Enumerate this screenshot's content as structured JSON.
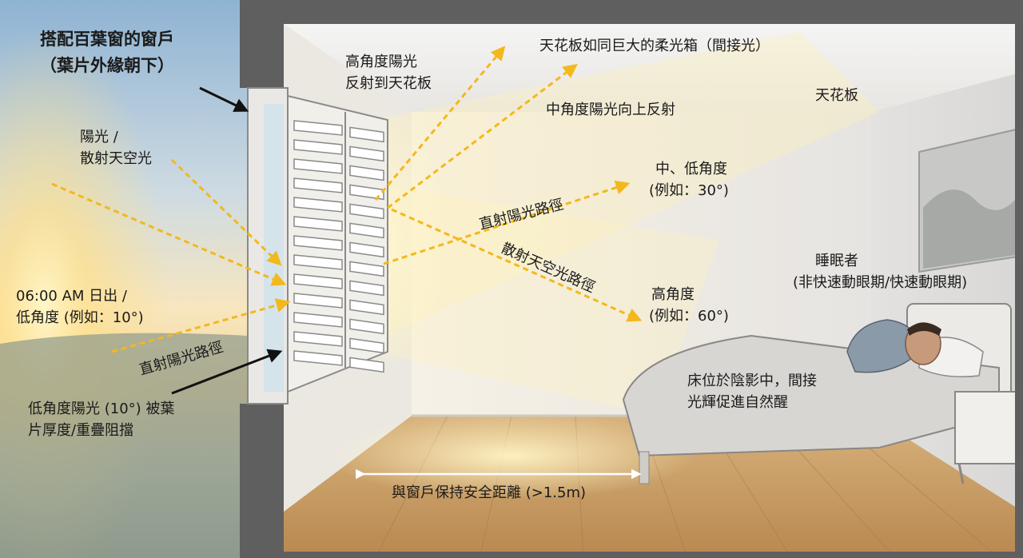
{
  "labels": {
    "window_title_1": "搭配百葉窗的窗戶",
    "window_title_2": "（葉片外緣朝下）",
    "sunlight_1": "陽光 /",
    "sunlight_2": "散射天空光",
    "sunrise_1": "06:00 AM 日出 /",
    "sunrise_2": "低角度 (例如：10°)",
    "direct_path_outside": "直射陽光路徑",
    "blocked_1": "低角度陽光 (10°) 被葉",
    "blocked_2": "片厚度/重疊阻擋",
    "high_reflect_1": "高角度陽光",
    "high_reflect_2": "反射到天花板",
    "softbox": "天花板如同巨大的柔光箱（間接光）",
    "mid_reflect": "中角度陽光向上反射",
    "ceiling": "天花板",
    "mid_low_1": "中、低角度",
    "mid_low_2": "(例如：30°)",
    "direct_path_inside": "直射陽光路徑",
    "diffuse_path": "散射天空光路徑",
    "high_angle_1": "高角度",
    "high_angle_2": "(例如：60°)",
    "sleeper_1": "睡眠者",
    "sleeper_2": "(非快速動眼期/快速動眼期)",
    "bed_1": "床位於陰影中，間接",
    "bed_2": "光輝促進自然醒",
    "distance": "與窗戶保持安全距離 (>1.5m)"
  },
  "colors": {
    "sun_ray": "#f3b81c",
    "wall_gray": "#5f5f5f",
    "floor_wood": "#c99b61",
    "ink": "#1a1a1a"
  }
}
